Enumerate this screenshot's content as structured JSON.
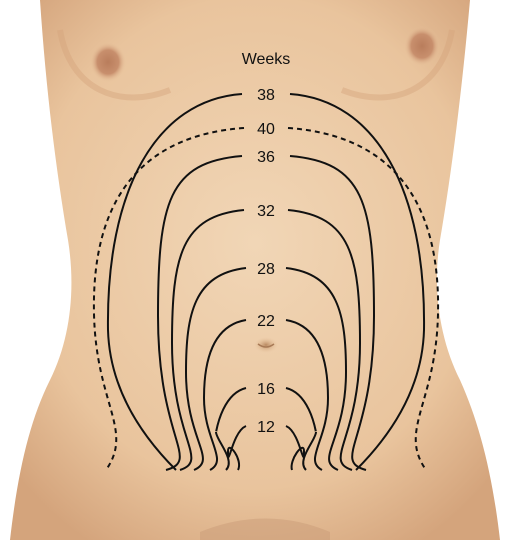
{
  "title": "Weeks",
  "colors": {
    "skin": "#e9c49d",
    "skin_light": "#f1d6b6",
    "skin_shadow": "#d4a47c",
    "areola": "#c88f6d",
    "line": "#111111",
    "background": "#ffffff"
  },
  "arcs": [
    {
      "label": "12",
      "style": "solid"
    },
    {
      "label": "16",
      "style": "solid"
    },
    {
      "label": "22",
      "style": "solid"
    },
    {
      "label": "28",
      "style": "solid"
    },
    {
      "label": "32",
      "style": "solid"
    },
    {
      "label": "36",
      "style": "solid"
    },
    {
      "label": "40",
      "style": "dashed"
    },
    {
      "label": "38",
      "style": "solid"
    }
  ]
}
